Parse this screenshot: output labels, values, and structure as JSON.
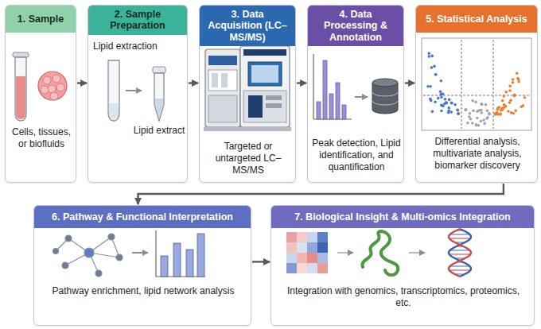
{
  "diagram": {
    "nodes": [
      {
        "text": [
          "1. Sample",
          "Cells, tissues, or biofluids"
        ]
      },
      {
        "text": [
          "2. Sample Preparation",
          "Lipid extraction",
          "Lipid extract"
        ]
      },
      {
        "text": [
          "3. Data Acquisition (LC–MS/MS)",
          "Targeted or untargeted LC–MS/MS"
        ]
      },
      {
        "text": [
          "4. Data Processing & Annotation",
          "Peak detection, Lipid identification, and quantification"
        ]
      },
      {
        "text": [
          "5. Statistical Analysis",
          "Differential analysis, multivariate analysis, biomarker discovery"
        ]
      },
      {
        "text": [
          "6. Pathway & Functional Interpretation",
          "Pathway enrichment, lipid network analysis"
        ]
      },
      {
        "text": [
          "7. Biological Insight & Multi-omics Integration",
          "Integration with genomics, transcriptomics, proteomics, etc."
        ]
      }
    ],
    "edges": [
      {
        "from": 0,
        "to": 1,
        "arrow": "to"
      },
      {
        "from": 1,
        "to": 2,
        "arrow": "to"
      },
      {
        "from": 2,
        "to": 3,
        "arrow": "to"
      },
      {
        "from": 3,
        "to": 4,
        "arrow": "to"
      },
      {
        "from": 4,
        "to": 5,
        "arrow": "to"
      },
      {
        "from": 5,
        "to": 6,
        "arrow": "to"
      }
    ]
  }
}
